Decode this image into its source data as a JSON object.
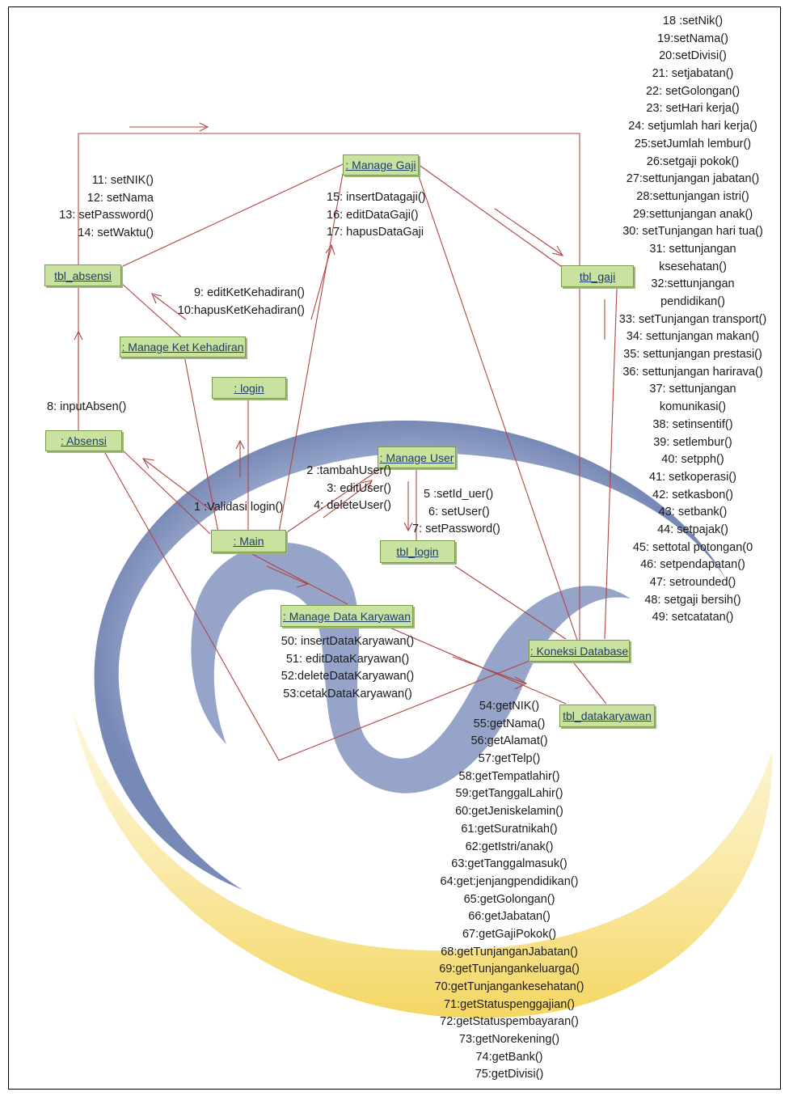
{
  "objects": {
    "manage_gaji": ": Manage Gaji",
    "tbl_absensi": "tbl_absensi",
    "tbl_gaji": "tbl_gaji",
    "manage_ket_kehadiran": ": Manage Ket Kehadiran",
    "login": ": login",
    "absensi": ": Absensi",
    "manage_user": ": Manage User",
    "main": ": Main",
    "tbl_login": "tbl_login",
    "manage_data_karyawan": ": Manage Data Karyawan",
    "koneksi_database": ": Koneksi Database",
    "tbl_datakaryawan": "tbl_datakaryawan"
  },
  "messages": {
    "absensi_fields": [
      "11: setNIK()",
      "12: setNama",
      "13: setPassword()",
      "14: setWaktu()"
    ],
    "gaji_ops": [
      "15: insertDatagaji()",
      "16: editDataGaji()",
      "17: hapusDataGaji"
    ],
    "ket_ops": [
      "9: editKetKehadiran()",
      "10:hapusKetKehadiran()"
    ],
    "input_absen": "8: inputAbsen()",
    "user_ops": [
      "2 :tambahUser()",
      "3: editUser()",
      "4: deleteUser()"
    ],
    "validasi": "1 :Validasi login()",
    "login_fields": [
      "5 :setId_uer()",
      "6: setUser()",
      "7: setPassword()"
    ],
    "karyawan_ops": [
      "50: insertDataKaryawan()",
      "51: editDataKaryawan()",
      "52:deleteDataKaryawan()",
      "53:cetakDataKaryawan()"
    ],
    "gaji_setters": [
      "18 :setNik()",
      "19:setNama()",
      "20:setDivisi()",
      "21: setjabatan()",
      "22: setGolongan()",
      "23: setHari kerja()",
      "24: setjumlah hari kerja()",
      "25:setJumlah lembur()",
      "26:setgaji pokok()",
      "27:settunjangan jabatan()",
      "28:settunjangan istri()",
      "29:settunjangan anak()",
      "30: setTunjangan hari tua()",
      "31: settunjangan",
      "ksesehatan()",
      "32:settunjangan",
      "pendidikan()",
      "33: setTunjangan transport()",
      "34: settunjangan makan()",
      "35: settunjangan prestasi()",
      "36: settunjangan harirava()",
      "37: settunjangan",
      "komunikasi()",
      "38: setinsentif()",
      "39: setlembur()",
      "40: setpph()",
      "41: setkoperasi()",
      "42: setkasbon()",
      "43: setbank()",
      "44: setpajak()",
      "45: settotal potongan(0",
      "46: setpendapatan()",
      "47: setrounded()",
      "48: setgaji bersih()",
      "49: setcatatan()"
    ],
    "karyawan_getters": [
      "54:getNIK()",
      "55:getNama()",
      "56:getAlamat()",
      "57:getTelp()",
      "58:getTempatlahir()",
      "59:getTanggalLahir()",
      "60:getJeniskelamin()",
      "61:getSuratnikah()",
      "62:getIstri/anak()",
      "63:getTanggalmasuk()",
      "64:get:jenjangpendidikan()",
      "65:getGolongan()",
      "66:getJabatan()",
      "67:getGajiPokok()",
      "68:getTunjanganJabatan()",
      "69:getTunjangankeluarga()",
      "70:getTunjangankesehatan()",
      "71:getStatuspenggajian()",
      "72:getStatuspembayaran()",
      "73:getNorekening()",
      "74:getBank()",
      "75:getDivisi()"
    ]
  },
  "colors": {
    "line": "#b0463f",
    "object_fill": "#c9e29f",
    "object_border": "#7a9c4a",
    "object_text": "#1f3d6b",
    "watermark_blue": "#4f6aa8",
    "watermark_yellow": "#f2cf45"
  }
}
